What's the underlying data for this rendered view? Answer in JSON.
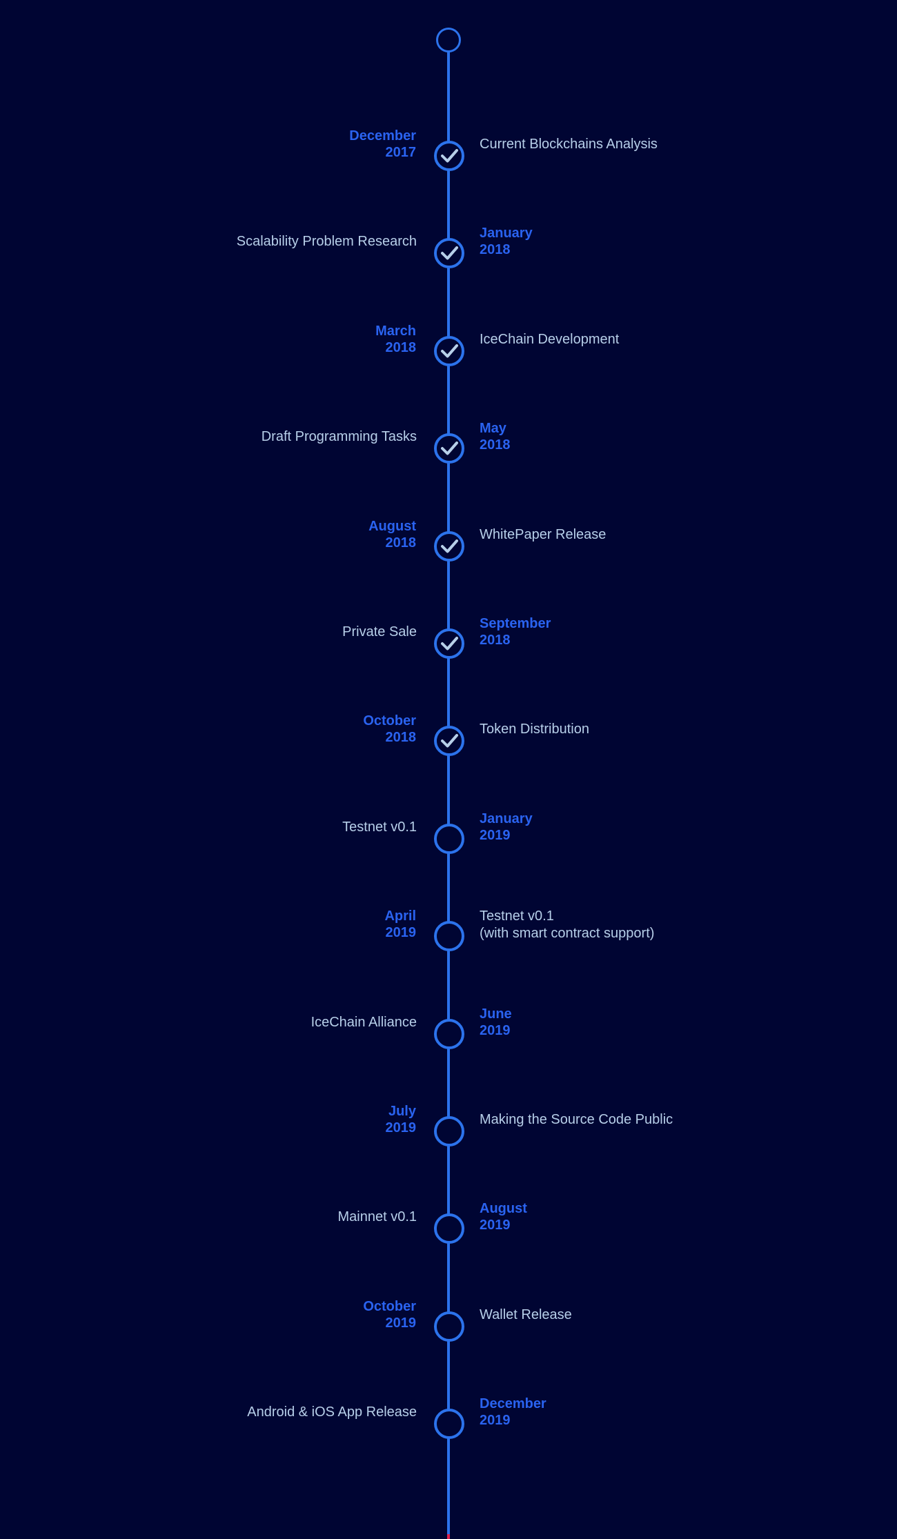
{
  "palette": {
    "background": "#000533",
    "accent": "#2c73ec",
    "date_text": "#2a63f0",
    "label_text": "#b7cfe9",
    "check": "#b7cfe9",
    "tail_marker": "#e0224f"
  },
  "roadmap": {
    "milestones": [
      {
        "date_month": "December",
        "date_year": "2017",
        "label": "Current Blockchains Analysis",
        "label_line2": "",
        "completed": true,
        "icon": "check-icon"
      },
      {
        "date_month": "January",
        "date_year": "2018",
        "label": "Scalability Problem Research",
        "label_line2": "",
        "completed": true,
        "icon": "check-icon"
      },
      {
        "date_month": "March",
        "date_year": "2018",
        "label": "IceChain Development",
        "label_line2": "",
        "completed": true,
        "icon": "check-icon"
      },
      {
        "date_month": "May",
        "date_year": "2018",
        "label": "Draft Programming Tasks",
        "label_line2": "",
        "completed": true,
        "icon": "check-icon"
      },
      {
        "date_month": "August",
        "date_year": "2018",
        "label": "WhitePaper Release",
        "label_line2": "",
        "completed": true,
        "icon": "check-icon"
      },
      {
        "date_month": "September",
        "date_year": "2018",
        "label": "Private Sale",
        "label_line2": "",
        "completed": true,
        "icon": "check-icon"
      },
      {
        "date_month": "October",
        "date_year": "2018",
        "label": "Token Distribution",
        "label_line2": "",
        "completed": true,
        "icon": "check-icon"
      },
      {
        "date_month": "January",
        "date_year": "2019",
        "label": "Testnet v0.1",
        "label_line2": "",
        "completed": false,
        "icon": "circle-icon"
      },
      {
        "date_month": "April",
        "date_year": "2019",
        "label": "Testnet v0.1",
        "label_line2": "(with smart contract support)",
        "completed": false,
        "icon": "circle-icon"
      },
      {
        "date_month": "June",
        "date_year": "2019",
        "label": "IceChain Alliance",
        "label_line2": "",
        "completed": false,
        "icon": "circle-icon"
      },
      {
        "date_month": "July",
        "date_year": "2019",
        "label": "Making the Source Code Public",
        "label_line2": "",
        "completed": false,
        "icon": "circle-icon"
      },
      {
        "date_month": "August",
        "date_year": "2019",
        "label": "Mainnet v0.1",
        "label_line2": "",
        "completed": false,
        "icon": "circle-icon"
      },
      {
        "date_month": "October",
        "date_year": "2019",
        "label": "Wallet Release",
        "label_line2": "",
        "completed": false,
        "icon": "circle-icon"
      },
      {
        "date_month": "December",
        "date_year": "2019",
        "label": "Android & iOS App Release",
        "label_line2": "",
        "completed": false,
        "icon": "circle-icon"
      }
    ]
  }
}
